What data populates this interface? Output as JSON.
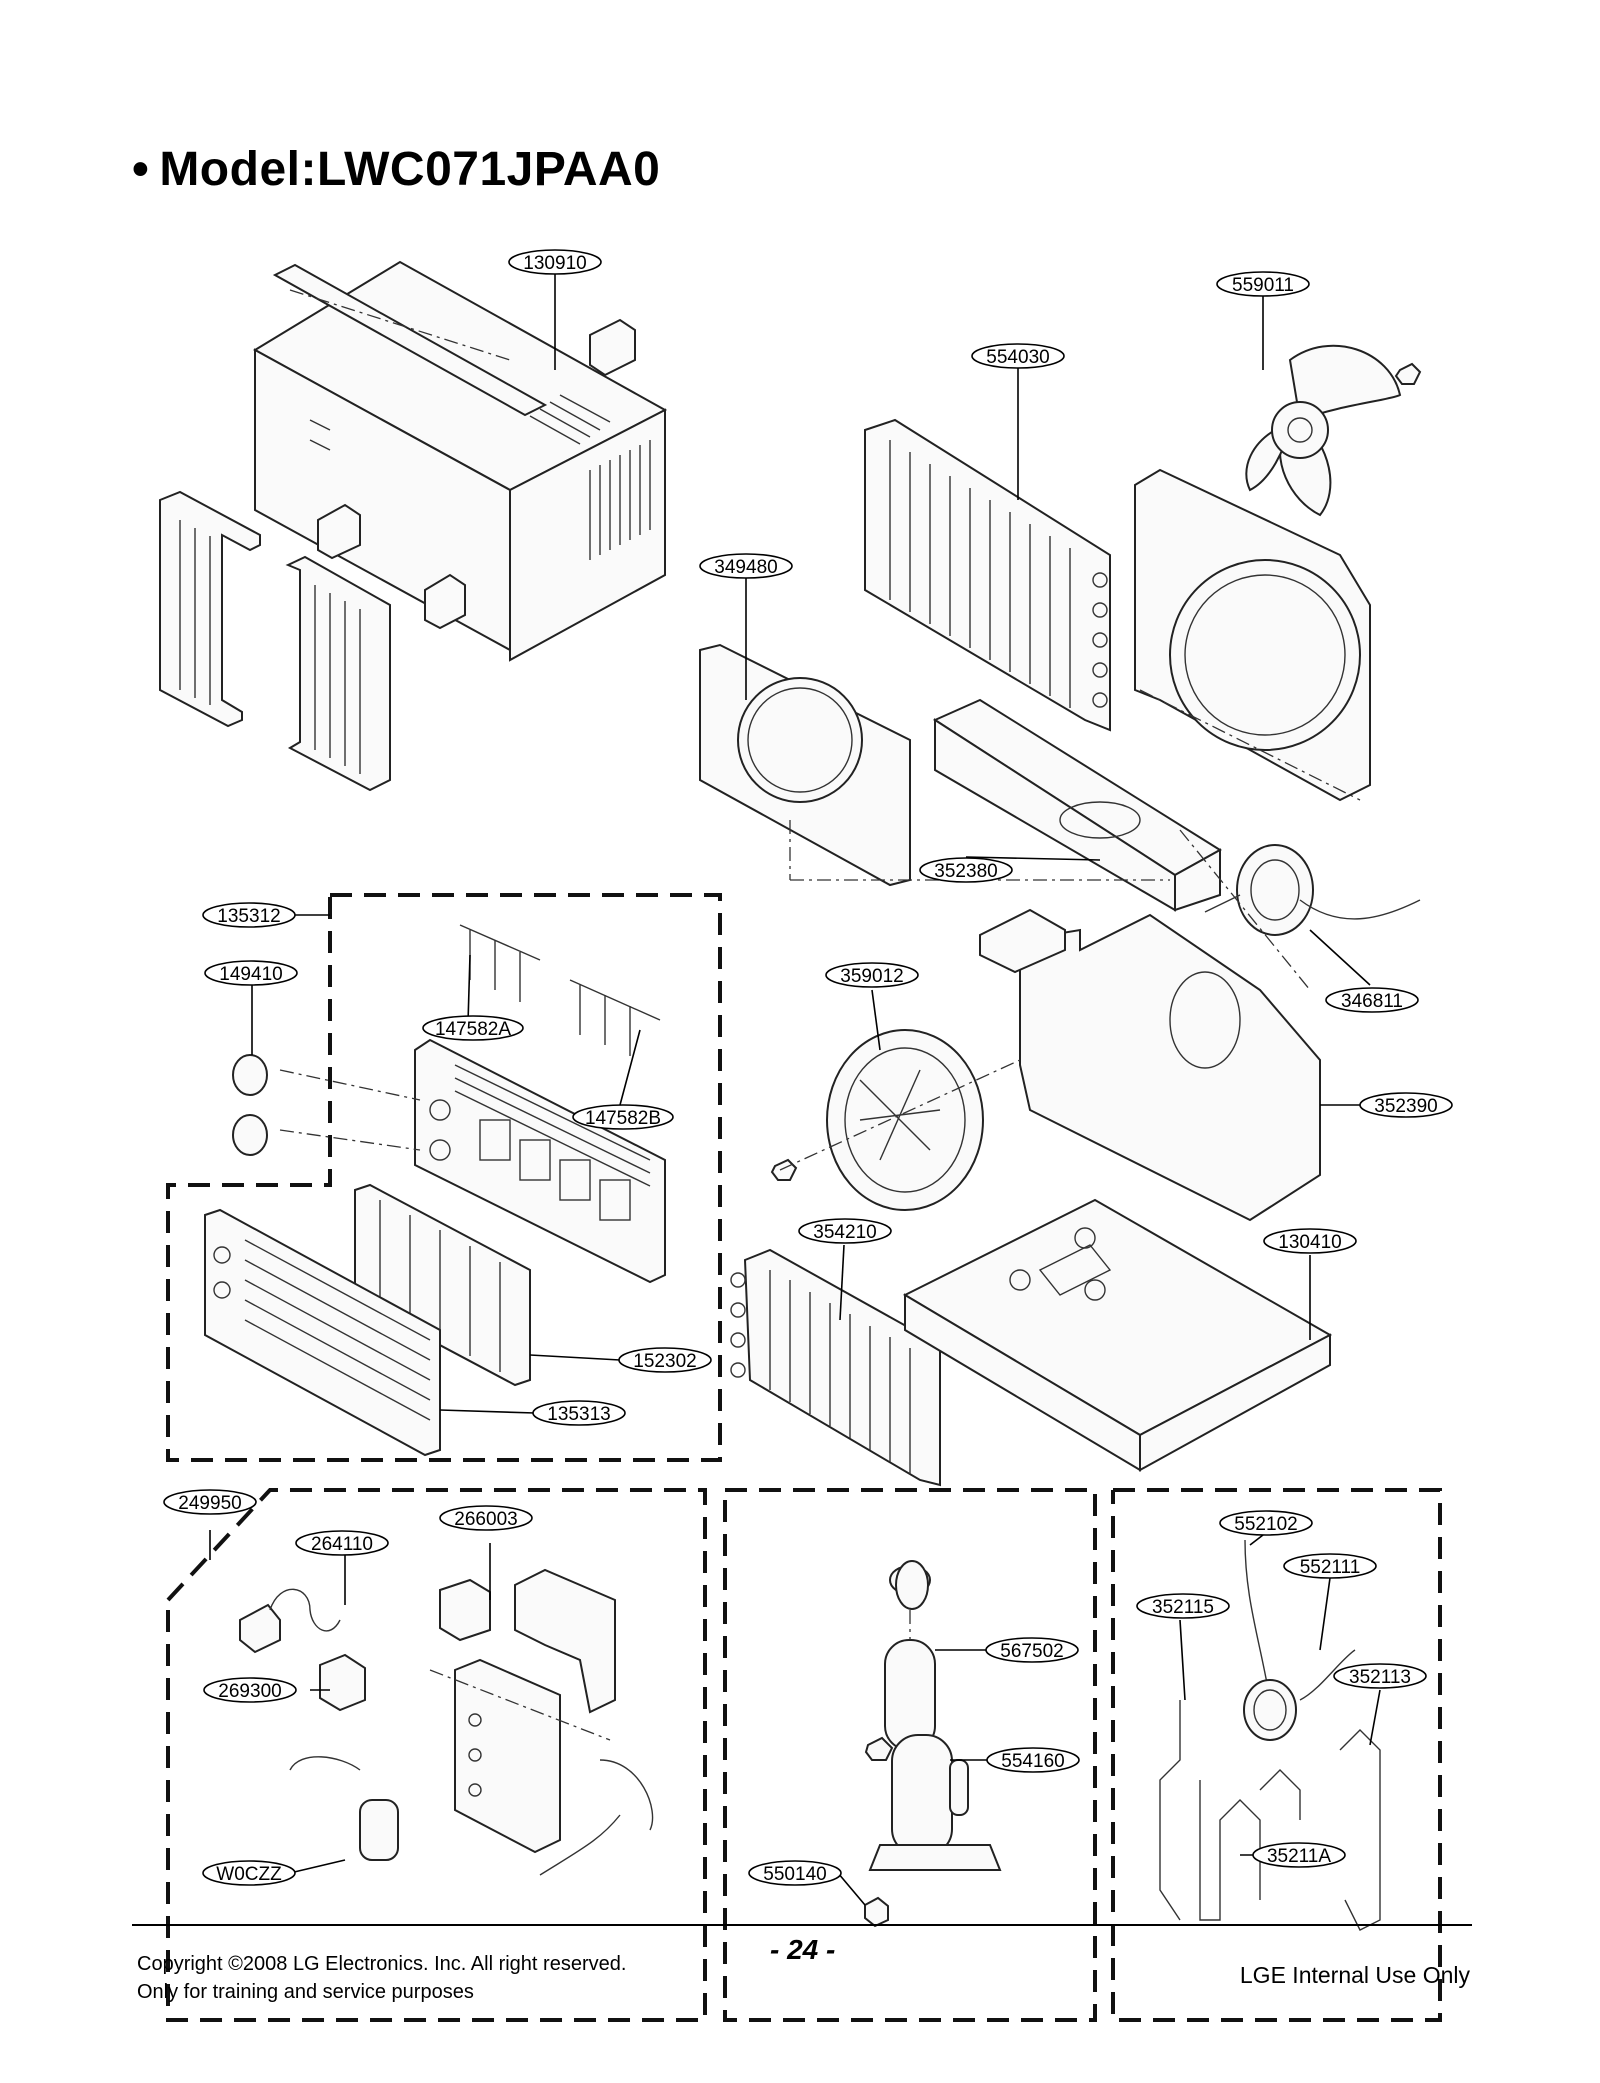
{
  "title": {
    "bullet": "•",
    "text": "Model:LWC071JPAA0"
  },
  "part_labels": [
    "130910",
    "559011",
    "554030",
    "349480",
    "352380",
    "135312",
    "149410",
    "147582A",
    "359012",
    "346811",
    "147582B",
    "352390",
    "354210",
    "130410",
    "152302",
    "135313",
    "249950",
    "266003",
    "264110",
    "552102",
    "552111",
    "352115",
    "567502",
    "269300",
    "352113",
    "554160",
    "35211A",
    "W0CZZ",
    "550140"
  ],
  "footer": {
    "copyright_line1": "Copyright ©2008 LG Electronics. Inc. All right reserved.",
    "copyright_line2": "Only for training and service purposes",
    "page_number": "- 24 -",
    "internal_use": "LGE Internal Use Only"
  }
}
